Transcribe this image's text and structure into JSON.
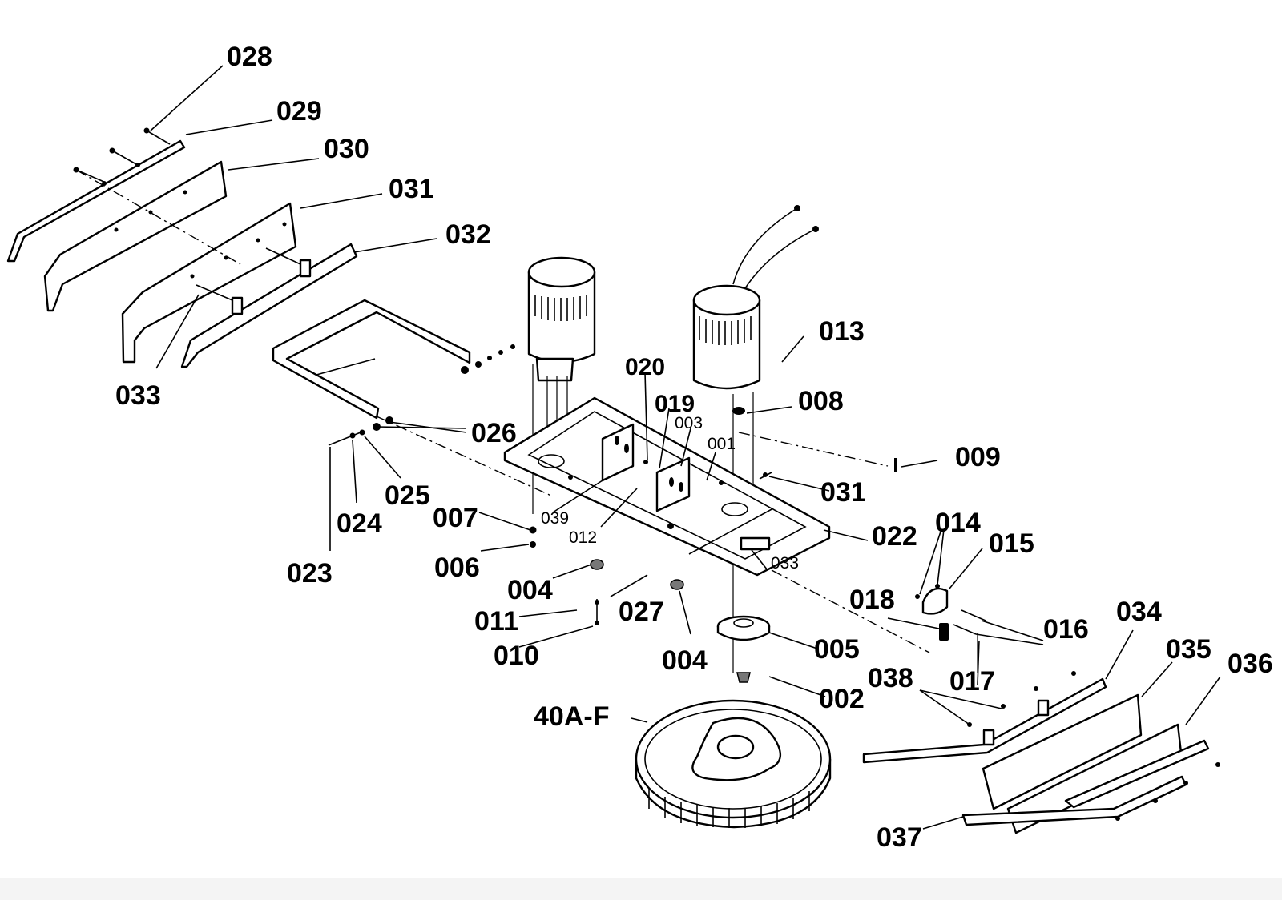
{
  "labels": {
    "l028": "028",
    "l029": "029",
    "l030": "030",
    "l031a": "031",
    "l032": "032",
    "l033a": "033",
    "l026": "026",
    "l025": "025",
    "l024": "024",
    "l023": "023",
    "l007": "007",
    "l006": "006",
    "l004a": "004",
    "l011": "011",
    "l010": "010",
    "l027": "027",
    "l004b": "004",
    "l039": "039",
    "l012": "012",
    "l020": "020",
    "l019": "019",
    "l003": "003",
    "l001": "001",
    "l013": "013",
    "l008": "008",
    "l009": "009",
    "l031b": "031",
    "l022": "022",
    "l033b": "033",
    "l014": "014",
    "l015": "015",
    "l018": "018",
    "l016": "016",
    "l017": "017",
    "l005": "005",
    "l002": "002",
    "l038": "038",
    "l034": "034",
    "l035": "035",
    "l036": "036",
    "l037": "037",
    "l40af": "40A-F"
  }
}
